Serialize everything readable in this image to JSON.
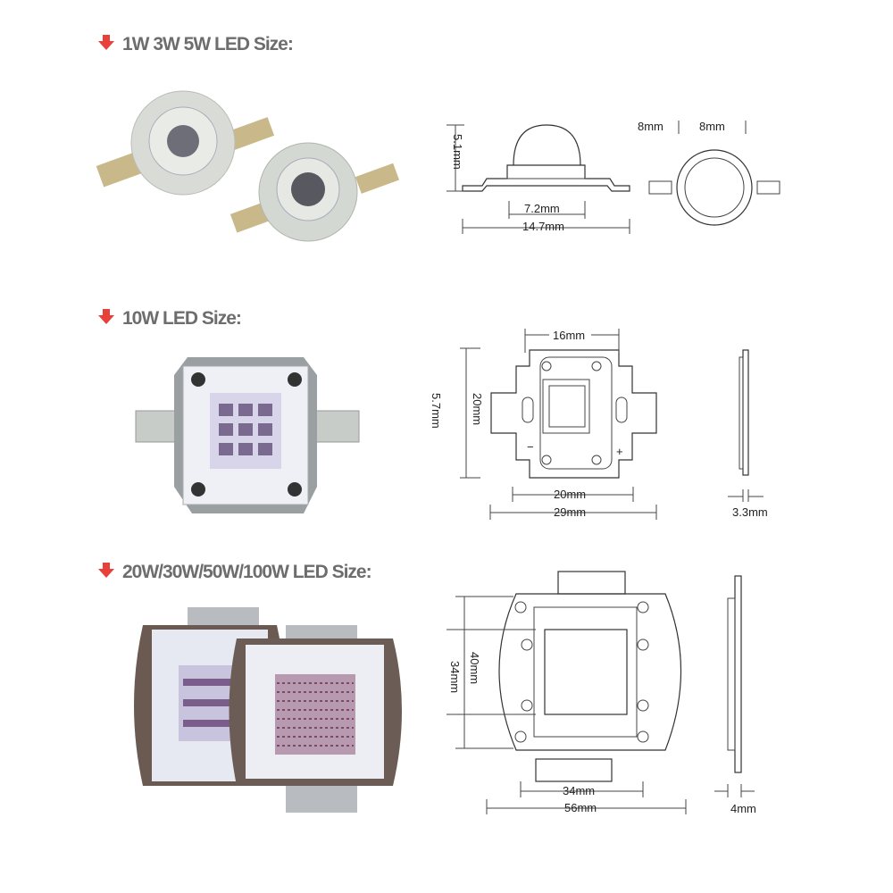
{
  "sections": [
    {
      "title": "1W 3W 5W LED Size:",
      "dims": {
        "height": "5.1mm",
        "lens": "7.2mm",
        "length": "14.7mm",
        "left": "8mm",
        "right": "8mm"
      }
    },
    {
      "title": "10W LED Size:",
      "dims": {
        "top": "16mm",
        "height": "20mm",
        "pad": "5.7mm",
        "inner": "20mm",
        "width": "29mm",
        "thickness": "3.3mm",
        "minus": "−",
        "plus": "+"
      }
    },
    {
      "title": "20W/30W/50W/100W LED Size:",
      "dims": {
        "outer_h": "40mm",
        "inner_h": "34mm",
        "inner_w": "34mm",
        "width": "56mm",
        "thickness": "4mm"
      }
    }
  ],
  "colors": {
    "arrow": "#e8403a",
    "heading": "#6d6d6d",
    "chip": "#8a6aa0"
  }
}
